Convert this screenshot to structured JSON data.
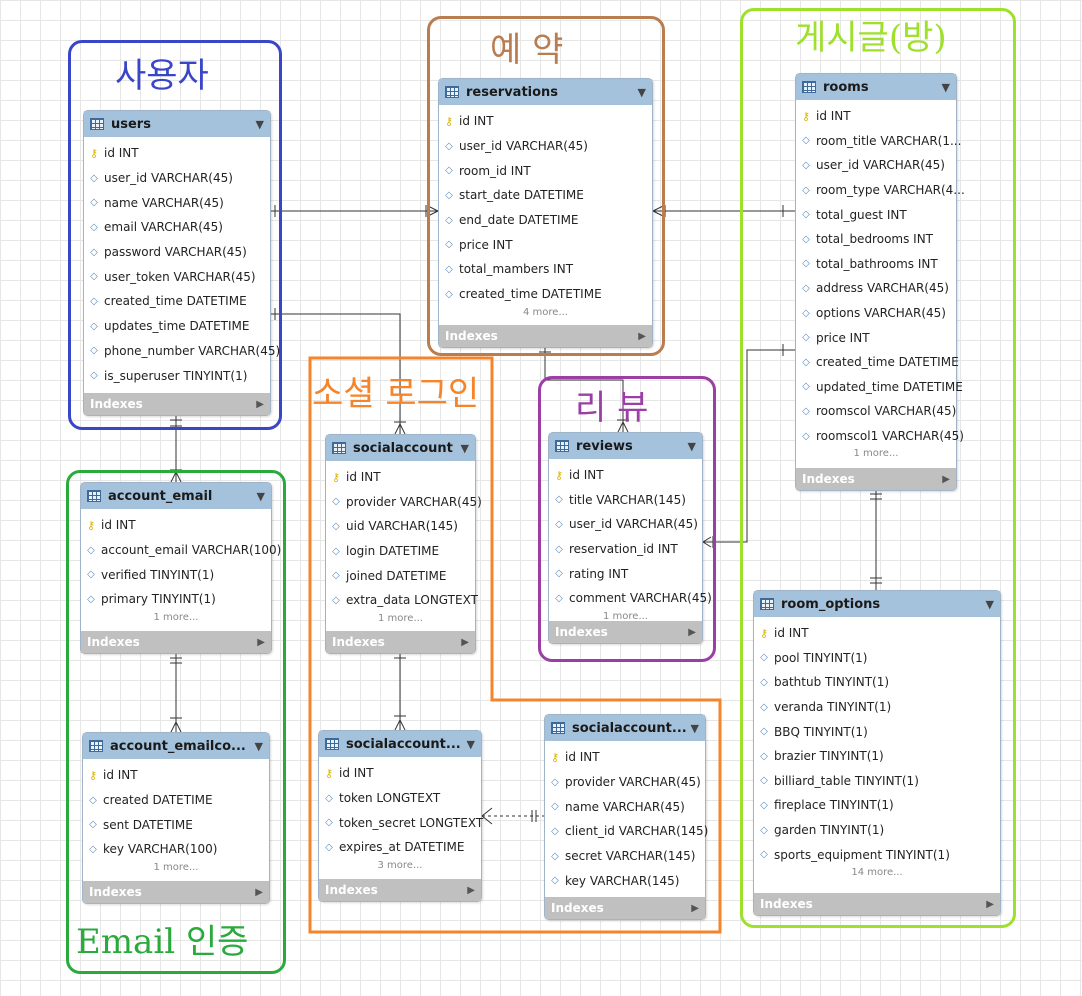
{
  "groups": {
    "users": {
      "title": "사용자",
      "color": "#3a46c8"
    },
    "reservations": {
      "title": "예   약",
      "color": "#b97d50"
    },
    "rooms": {
      "title": "게시글(방)",
      "color": "#9ee02a"
    },
    "social": {
      "title": "소셜 로그인",
      "color": "#f5842a"
    },
    "reviews": {
      "title": "리   뷰",
      "color": "#9b3fa6"
    },
    "email": {
      "title": "Email 인증",
      "color": "#2aaa3c"
    }
  },
  "indexes_label": "Indexes",
  "colors": {
    "header": "#a5c2dc",
    "indexes_bar": "#c0c0c0",
    "pk": "#d8b400"
  },
  "tables": {
    "users": {
      "name": "users",
      "columns": [
        "id INT",
        "user_id VARCHAR(45)",
        "name VARCHAR(45)",
        "email VARCHAR(45)",
        "password VARCHAR(45)",
        "user_token VARCHAR(45)",
        "created_time DATETIME",
        "updates_time DATETIME",
        "phone_number VARCHAR(45)",
        "is_superuser TINYINT(1)"
      ],
      "more": ""
    },
    "reservations": {
      "name": "reservations",
      "columns": [
        "id INT",
        "user_id VARCHAR(45)",
        "room_id INT",
        "start_date DATETIME",
        "end_date DATETIME",
        "price INT",
        "total_mambers INT",
        "created_time DATETIME"
      ],
      "more": "4 more..."
    },
    "rooms": {
      "name": "rooms",
      "columns": [
        "id INT",
        "room_title VARCHAR(1...",
        "user_id VARCHAR(45)",
        "room_type VARCHAR(4...",
        "total_guest INT",
        "total_bedrooms INT",
        "total_bathrooms INT",
        "address VARCHAR(45)",
        "options VARCHAR(45)",
        "price INT",
        "created_time DATETIME",
        "updated_time DATETIME",
        "roomscol VARCHAR(45)",
        "roomscol1 VARCHAR(45)"
      ],
      "more": "1 more..."
    },
    "socialaccount": {
      "name": "socialaccount",
      "columns": [
        "id INT",
        "provider VARCHAR(45)",
        "uid VARCHAR(145)",
        "login DATETIME",
        "joined DATETIME",
        "extra_data LONGTEXT"
      ],
      "more": "1 more..."
    },
    "reviews": {
      "name": "reviews",
      "columns": [
        "id INT",
        "title VARCHAR(145)",
        "user_id VARCHAR(45)",
        "reservation_id INT",
        "rating INT",
        "comment VARCHAR(45)"
      ],
      "more": "1 more..."
    },
    "account_email": {
      "name": "account_email",
      "columns": [
        "id INT",
        "account_email VARCHAR(100)",
        "verified TINYINT(1)",
        "primary TINYINT(1)"
      ],
      "more": "1 more..."
    },
    "account_emailconfirmation": {
      "name": "account_emailco...",
      "columns": [
        "id INT",
        "created DATETIME",
        "sent DATETIME",
        "key VARCHAR(100)"
      ],
      "more": "1 more..."
    },
    "socialaccount_token": {
      "name": "socialaccount...",
      "columns": [
        "id INT",
        "token LONGTEXT",
        "token_secret LONGTEXT",
        "expires_at DATETIME"
      ],
      "more": "3 more..."
    },
    "socialaccount_app": {
      "name": "socialaccount...",
      "columns": [
        "id INT",
        "provider VARCHAR(45)",
        "name VARCHAR(45)",
        "client_id VARCHAR(145)",
        "secret VARCHAR(145)",
        "key VARCHAR(145)"
      ],
      "more": ""
    },
    "room_options": {
      "name": "room_options",
      "columns": [
        "id INT",
        "pool TINYINT(1)",
        "bathtub TINYINT(1)",
        "veranda TINYINT(1)",
        "BBQ TINYINT(1)",
        "brazier TINYINT(1)",
        "billiard_table TINYINT(1)",
        "fireplace TINYINT(1)",
        "garden TINYINT(1)",
        "sports_equipment TINYINT(1)"
      ],
      "more": "14 more..."
    }
  }
}
